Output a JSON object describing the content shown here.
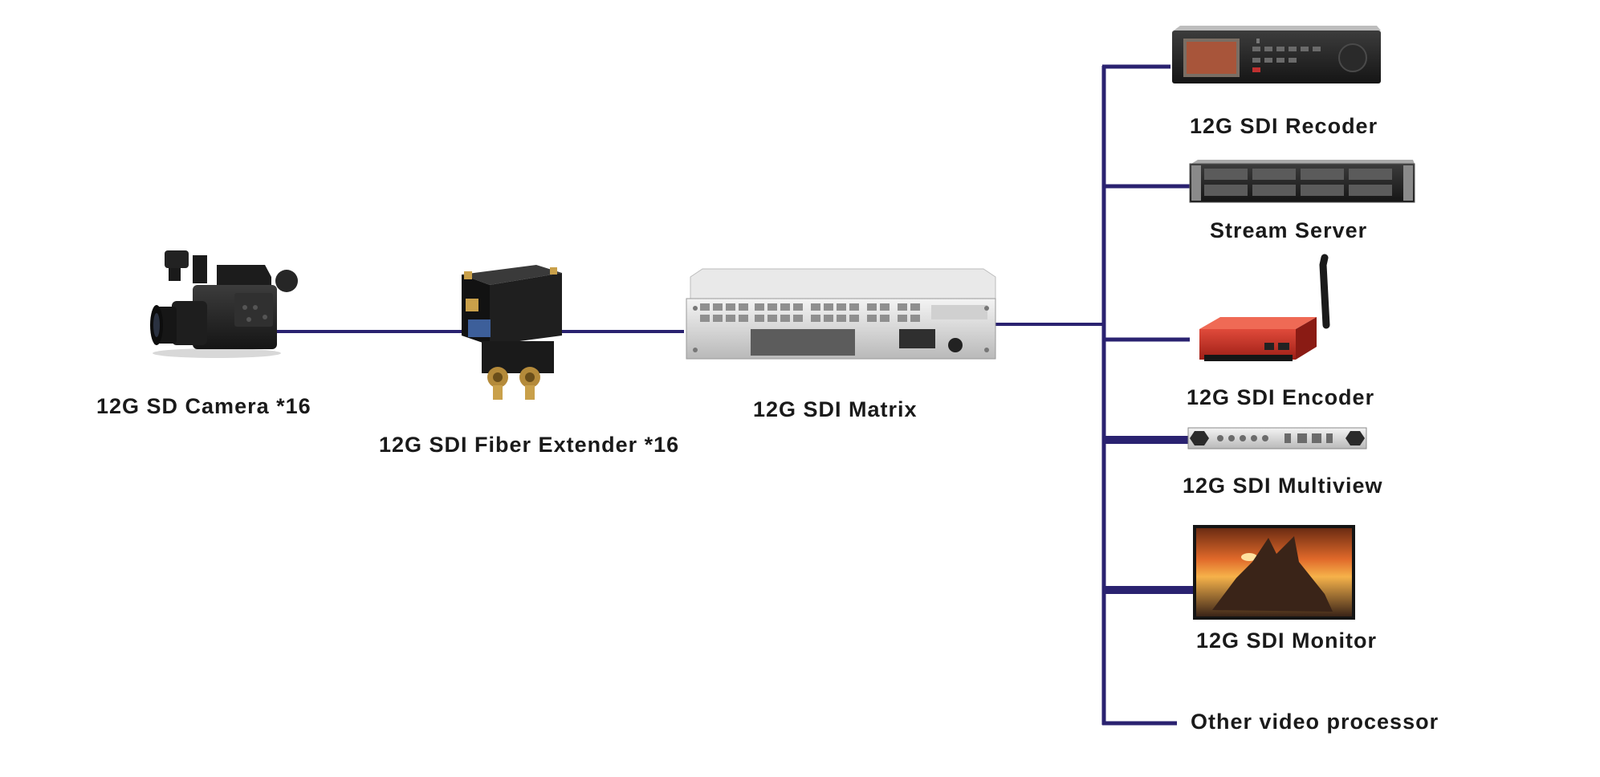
{
  "colors": {
    "connector": "#2a2270",
    "label": "#1a1a1a"
  },
  "nodes": {
    "camera": {
      "label": "12G SD Camera *16",
      "icon": "camcorder-icon"
    },
    "extender": {
      "label": "12G SDI Fiber Extender *16",
      "icon": "fiber-extender-icon"
    },
    "matrix": {
      "label": "12G SDI Matrix",
      "icon": "rack-matrix-icon"
    },
    "recorder": {
      "label": "12G SDI Recoder",
      "icon": "recorder-icon"
    },
    "server": {
      "label": "Stream Server",
      "icon": "rack-server-icon"
    },
    "encoder": {
      "label": "12G SDI Encoder",
      "icon": "encoder-icon"
    },
    "multiview": {
      "label": "12G SDI Multiview",
      "icon": "multiview-icon"
    },
    "monitor": {
      "label": "12G SDI Monitor",
      "icon": "monitor-icon"
    },
    "other": {
      "label": "Other video processor"
    }
  }
}
